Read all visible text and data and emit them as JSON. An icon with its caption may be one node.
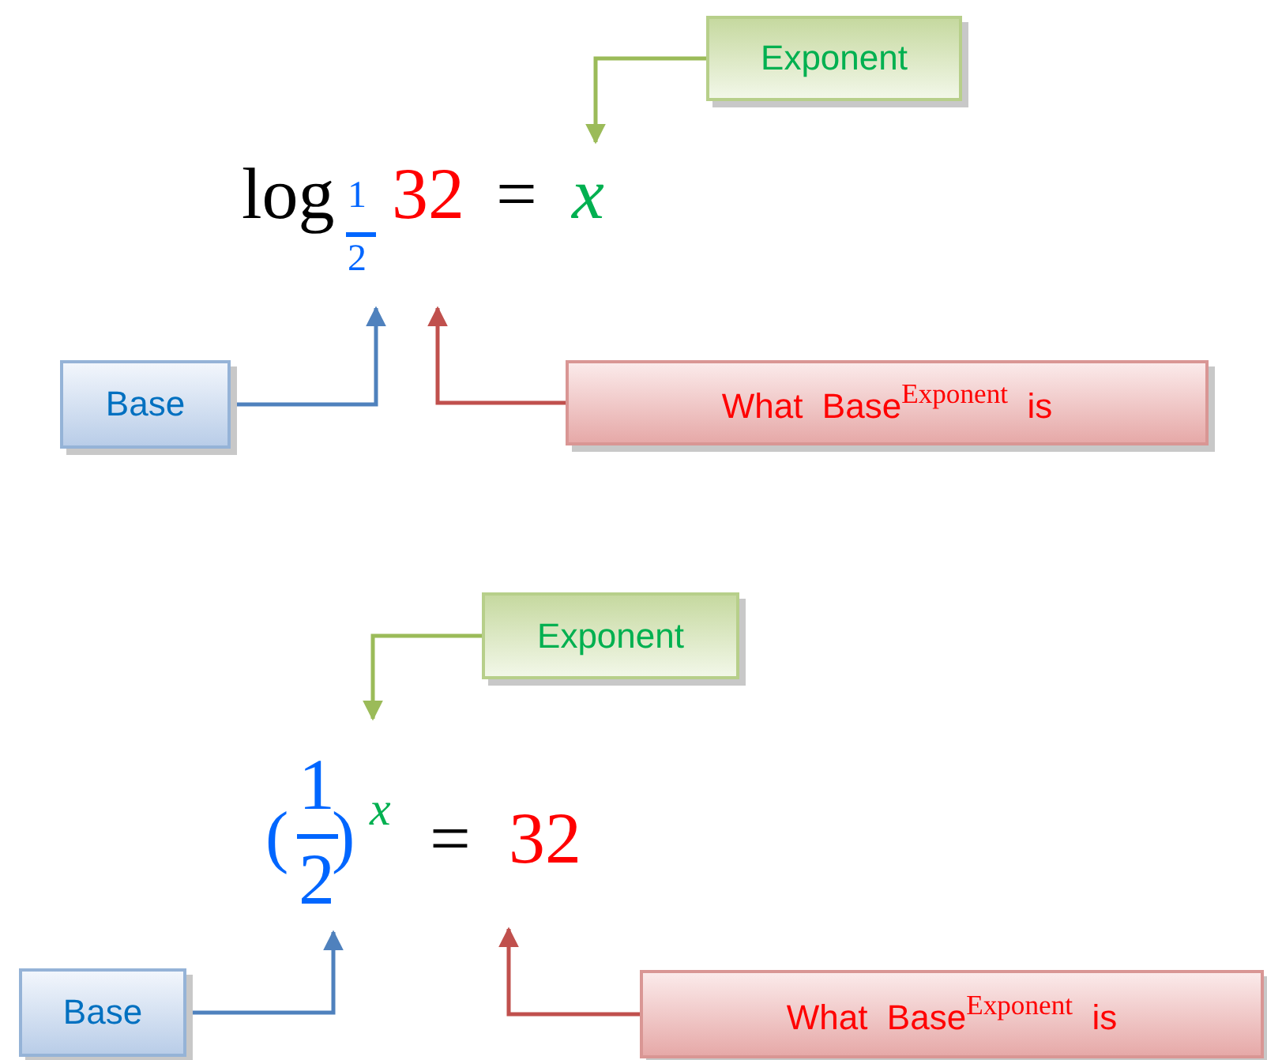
{
  "diagram": {
    "nodes": [
      {
        "text": [
          "Exponent"
        ]
      },
      {
        "text": [
          "Base"
        ]
      },
      {
        "text": [
          "What  Base$^{Exponent}$  is"
        ]
      },
      {
        "text": [
          "Exponent"
        ]
      },
      {
        "text": [
          "Base"
        ]
      },
      {
        "text": [
          "What  Base$^{Exponent}$  is"
        ]
      }
    ],
    "edges": [
      {
        "from": 0,
        "to": null,
        "arrow": "to",
        "color": "#9bbb59"
      },
      {
        "from": 1,
        "to": null,
        "arrow": "to",
        "color": "#4f81bd"
      },
      {
        "from": 2,
        "to": null,
        "arrow": "to",
        "color": "#c0504d"
      },
      {
        "from": 3,
        "to": null,
        "arrow": "to",
        "color": "#9bbb59"
      },
      {
        "from": 4,
        "to": null,
        "arrow": "to",
        "color": "#4f81bd"
      },
      {
        "from": 5,
        "to": null,
        "arrow": "to",
        "color": "#c0504d"
      }
    ],
    "labels": [
      "log",
      "1",
      "2",
      "32",
      "=",
      "x",
      "(",
      "1",
      "2",
      ")",
      "x",
      "=",
      "32"
    ]
  }
}
